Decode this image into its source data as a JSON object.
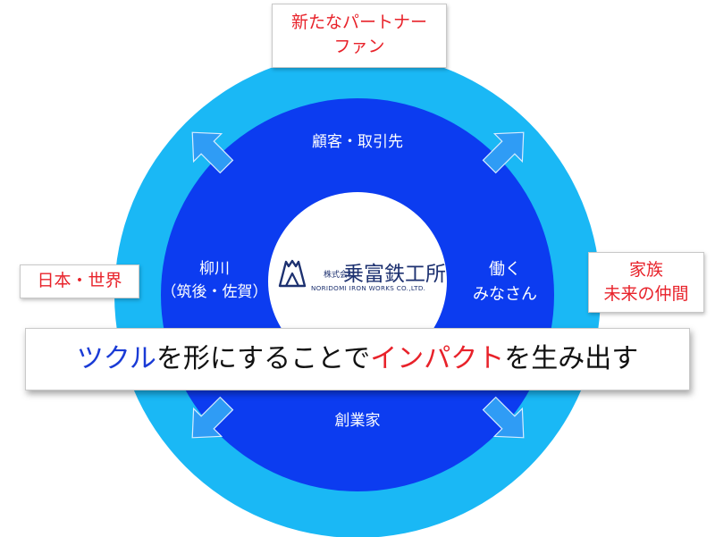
{
  "colors": {
    "outer_ring": "#1ab8f5",
    "inner_ring": "#0c3cf0",
    "center": "#ffffff",
    "arrow_fill": "#2f9cf5",
    "red_text": "#e8222a",
    "blue_text": "#1a3bd6",
    "logo_navy": "#1d3170"
  },
  "outer_labels": {
    "top": [
      "新たなパートナー",
      "ファン"
    ],
    "left": [
      "日本・世界"
    ],
    "right": [
      "家族",
      "未来の仲間"
    ]
  },
  "ring_labels": {
    "top": "顧客・取引先",
    "left": [
      "柳川",
      "（筑後・佐賀）"
    ],
    "right": [
      "働く",
      "みなさん"
    ],
    "bottom": "創業家"
  },
  "logo": {
    "icon": "mountain-logo-icon",
    "prefix": "株式会社",
    "name": "乗富鉄工所",
    "english": "NORIDOMI IRON WORKS CO.,LTD."
  },
  "banner": {
    "part1": "ツクル",
    "part2": "を形にすることで",
    "part3": "インパクト",
    "part4": "を生み出す"
  },
  "arrows": [
    "arrow-top-left-icon",
    "arrow-top-right-icon",
    "arrow-bottom-left-icon",
    "arrow-bottom-right-icon"
  ]
}
